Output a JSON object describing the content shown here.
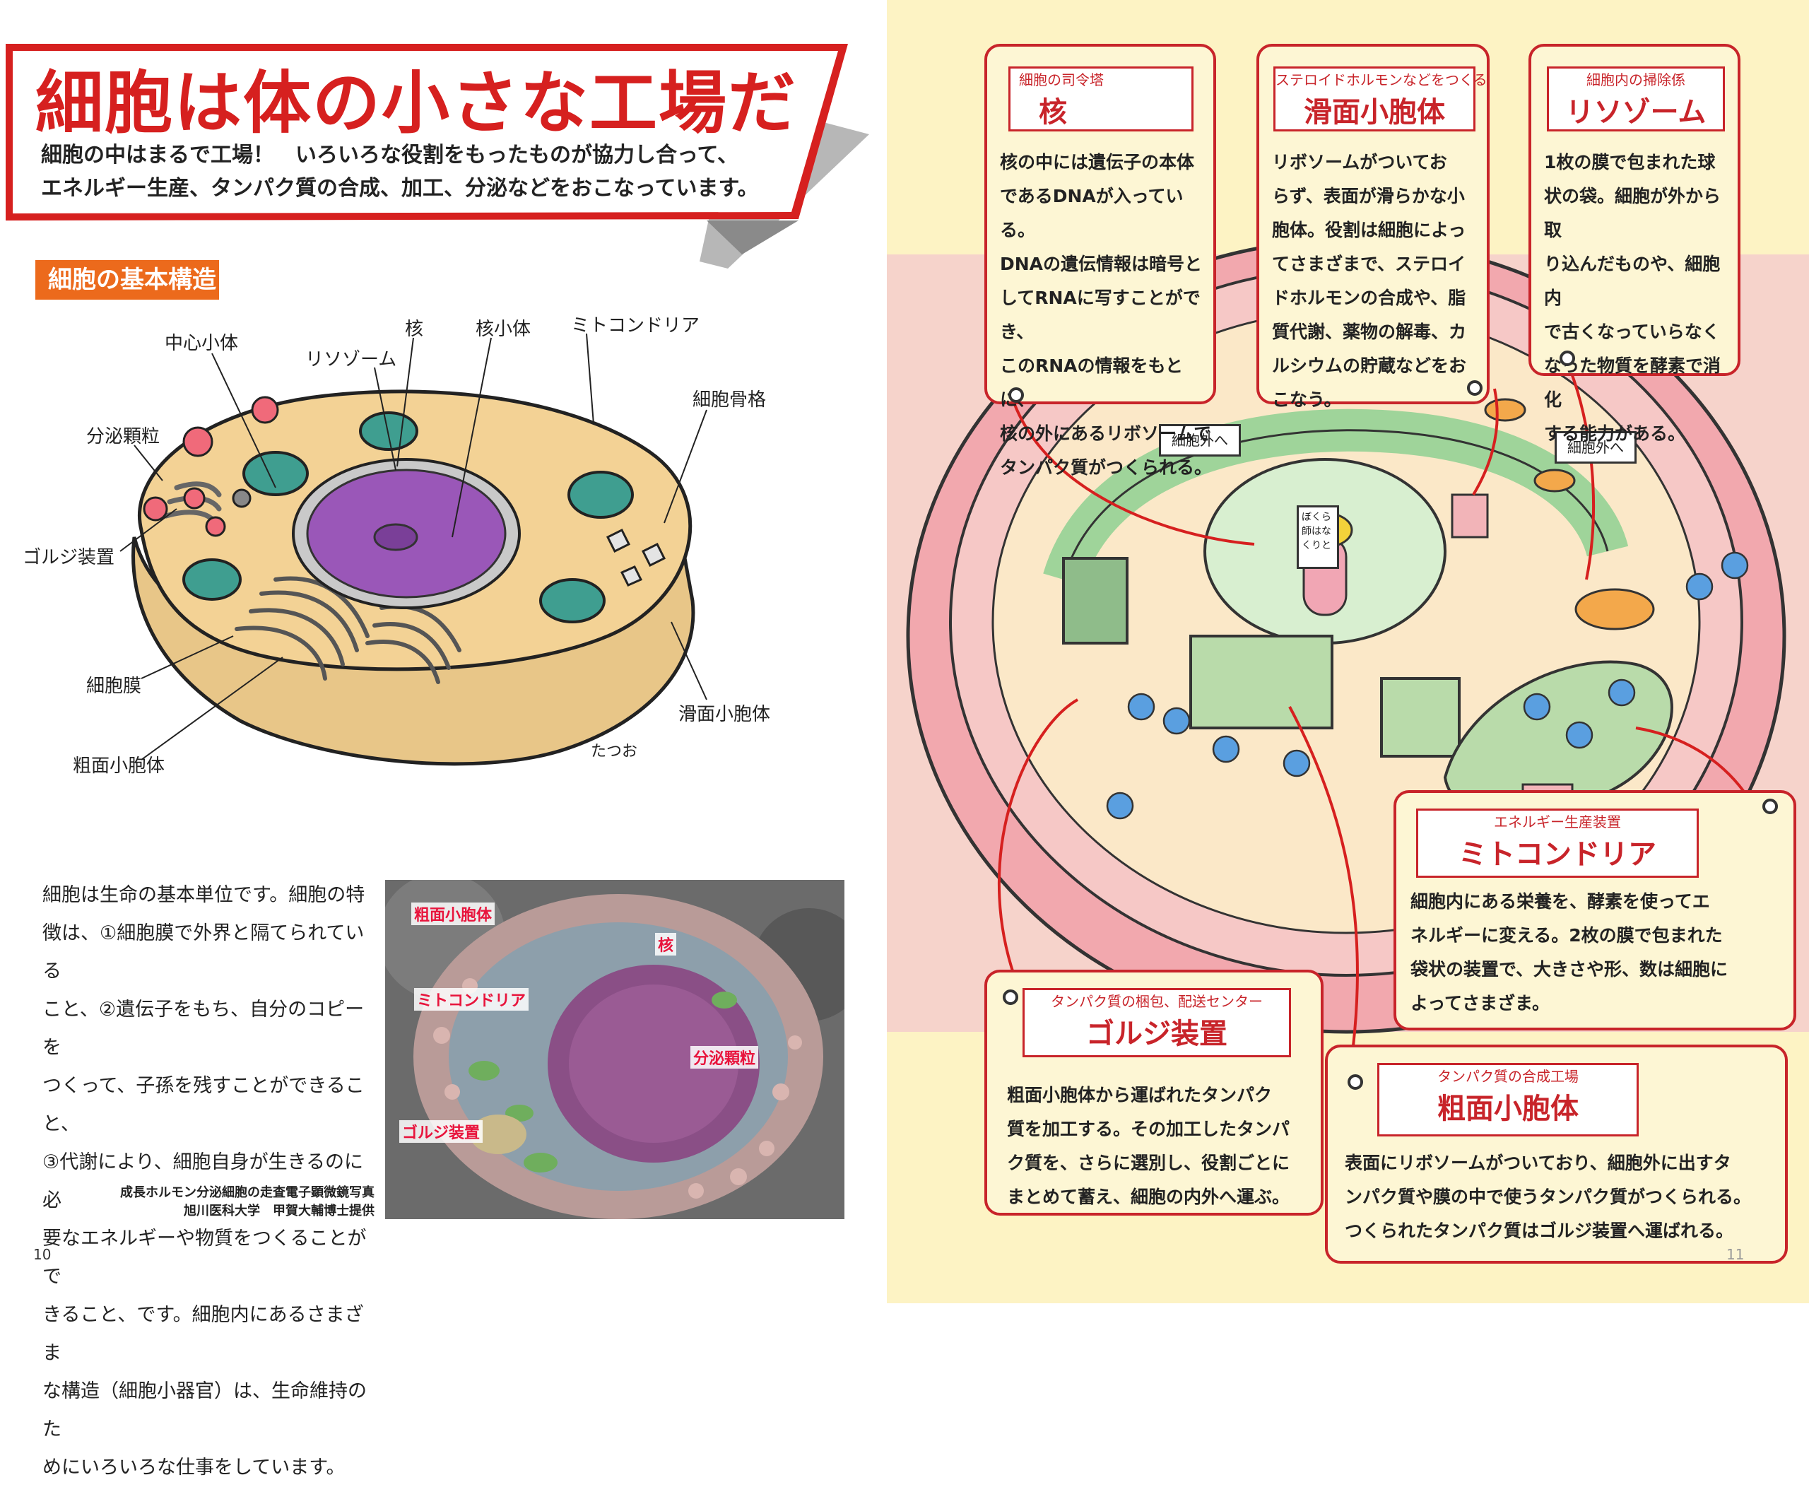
{
  "left": {
    "title": "細胞は体の小さな工場だ",
    "intro": [
      "細胞の中はまるで工場！　いろいろな役割をもったものが協力し合って、",
      "エネルギー生産、タンパク質の合成、加工、分泌などをおこなっています。"
    ],
    "section": "細胞の基本構造",
    "diagram_labels": {
      "centriole": "中心小体",
      "nucleus": "核",
      "nucleolus": "核小体",
      "mitochondria": "ミトコンドリア",
      "lysosome": "リソゾーム",
      "secretory": "分泌顆粒",
      "cytoskeleton": "細胞骨格",
      "golgi": "ゴルジ装置",
      "membrane": "細胞膜",
      "smooth_er": "滑面小胞体",
      "rough_er": "粗面小胞体",
      "signature": "たつお"
    },
    "body": [
      "細胞は生命の基本単位です。細胞の特",
      "徴は、①細胞膜で外界と隔てられている",
      "こと、②遺伝子をもち、自分のコピーを",
      "つくって、子孫を残すことができること、",
      "③代謝により、細胞自身が生きるのに必",
      "要なエネルギーや物質をつくることがで",
      "きること、です。細胞内にあるさまざま",
      "な構造（細胞小器官）は、生命維持のた",
      "めにいろいろな仕事をしています。"
    ],
    "photo_labels": {
      "rough_er": "粗面小胞体",
      "nucleus": "核",
      "mitochondria": "ミトコンドリア",
      "secretory": "分泌顆粒",
      "golgi": "ゴルジ装置"
    },
    "credit": [
      "成長ホルモン分泌細胞の走査電子顕微鏡写真",
      "旭川医科大学　甲賀大輔博士提供"
    ],
    "page_number": "10"
  },
  "right": {
    "cards": {
      "nucleus": {
        "sub": "細胞の司令塔",
        "title": "核",
        "body": [
          "核の中には遺伝子の本体",
          "であるDNAが入っている。",
          "DNAの遺伝情報は暗号と",
          "してRNAに写すことができ、",
          "このRNAの情報をもとに、",
          "核の外にあるリボソームで",
          "タンパク質がつくられる。"
        ]
      },
      "smooth_er": {
        "sub": "ステロイドホルモンなどをつくる",
        "title": "滑面小胞体",
        "body": [
          "リボソームがついてお",
          "らず、表面が滑らかな小",
          "胞体。役割は細胞によっ",
          "てさまざまで、ステロイ",
          "ドホルモンの合成や、脂",
          "質代謝、薬物の解毒、カ",
          "ルシウムの貯蔵などをお",
          "こなう。"
        ]
      },
      "lysosome": {
        "sub": "細胞内の掃除係",
        "title": "リソゾーム",
        "body": [
          "1枚の膜で包まれた球",
          "状の袋。細胞が外から取",
          "り込んだものや、細胞内",
          "で古くなっていらなく",
          "なった物質を酵素で消化",
          "する能力がある。"
        ]
      },
      "mitochondria": {
        "sub": "エネルギー生産装置",
        "title": "ミトコンドリア",
        "body": [
          "細胞内にある栄養を、酵素を使ってエ",
          "ネルギーに変える。2枚の膜で包まれた",
          "袋状の装置で、大きさや形、数は細胞に",
          "よってさまざま。"
        ]
      },
      "golgi": {
        "sub": "タンパク質の梱包、配送センター",
        "title": "ゴルジ装置",
        "body": [
          "粗面小胞体から運ばれたタンパク",
          "質を加工する。その加工したタンパ",
          "ク質を、さらに選別し、役割ごとに",
          "まとめて蓄え、細胞の内外へ運ぶ。"
        ]
      },
      "rough_er": {
        "sub": "タンパク質の合成工場",
        "title": "粗面小胞体",
        "body": [
          "表面にリボソームがついており、細胞外に出すタ",
          "ンパク質や膜の中で使うタンパク質がつくられる。",
          "つくられたタンパク質はゴルジ装置へ運ばれる。"
        ]
      }
    },
    "signs": {
      "out1": "細胞外へ",
      "out2": "細胞外へ",
      "poster": "ぼくら師はなくりと"
    },
    "page_number": "11"
  },
  "colors": {
    "accent_red": "#d6201f",
    "card_red": "#c8242a",
    "section_orange": "#ec6a1c",
    "right_bg": "#fdf3c4",
    "cell_fill": "#f3d295",
    "nucleus_purple": "#9a57b8",
    "mito_teal": "#3f9e90"
  }
}
